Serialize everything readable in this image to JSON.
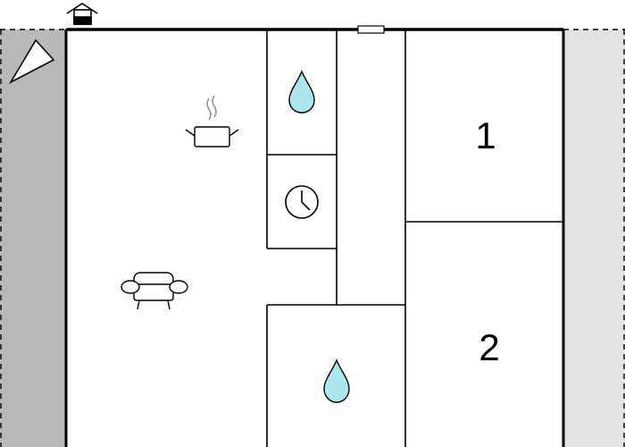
{
  "floorplan": {
    "colors": {
      "wall": "#000000",
      "outdoor_left": "#b9b9b9",
      "outdoor_right": "#e3e3e6",
      "water": "#aee6f0",
      "floor": "#ffffff"
    },
    "rooms": [
      {
        "id": "living-kitchen",
        "icons": [
          "cooking-pot-icon",
          "sofa-icon"
        ]
      },
      {
        "id": "bathroom-upper",
        "icons": [
          "water-drop-icon"
        ]
      },
      {
        "id": "utility",
        "icons": [
          "clock-icon"
        ]
      },
      {
        "id": "hallway",
        "icons": []
      },
      {
        "id": "bathroom-lower",
        "icons": [
          "water-drop-icon"
        ]
      },
      {
        "id": "bedroom-1",
        "label": "1"
      },
      {
        "id": "bedroom-2",
        "label": "2"
      }
    ],
    "markers": [
      "north-arrow-icon",
      "entrance-icon",
      "window-icon"
    ]
  }
}
